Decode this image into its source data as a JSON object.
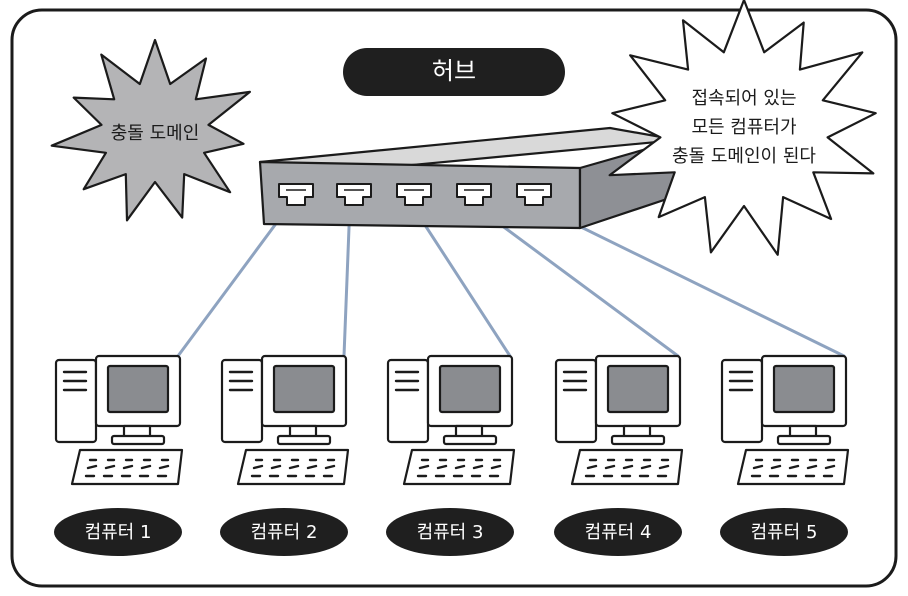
{
  "hub": {
    "label": "허브"
  },
  "collision_burst": {
    "label": "충돌 도메인"
  },
  "note_burst": {
    "lines": [
      "접속되어 있는",
      "모든 컴퓨터가",
      "충돌 도메인이 된다"
    ]
  },
  "computers": [
    {
      "label": "컴퓨터 1",
      "port": 0
    },
    {
      "label": "컴퓨터 2",
      "port": 1
    },
    {
      "label": "컴퓨터 3",
      "port": 2
    },
    {
      "label": "컴퓨터 4",
      "port": 3
    },
    {
      "label": "컴퓨터 5",
      "port": 4
    }
  ],
  "colors": {
    "cable": "#8ea3c0",
    "pill": "#1f1f1f",
    "burst_gray": "#b4b4b6",
    "hub_front": "#a7a9ad"
  }
}
